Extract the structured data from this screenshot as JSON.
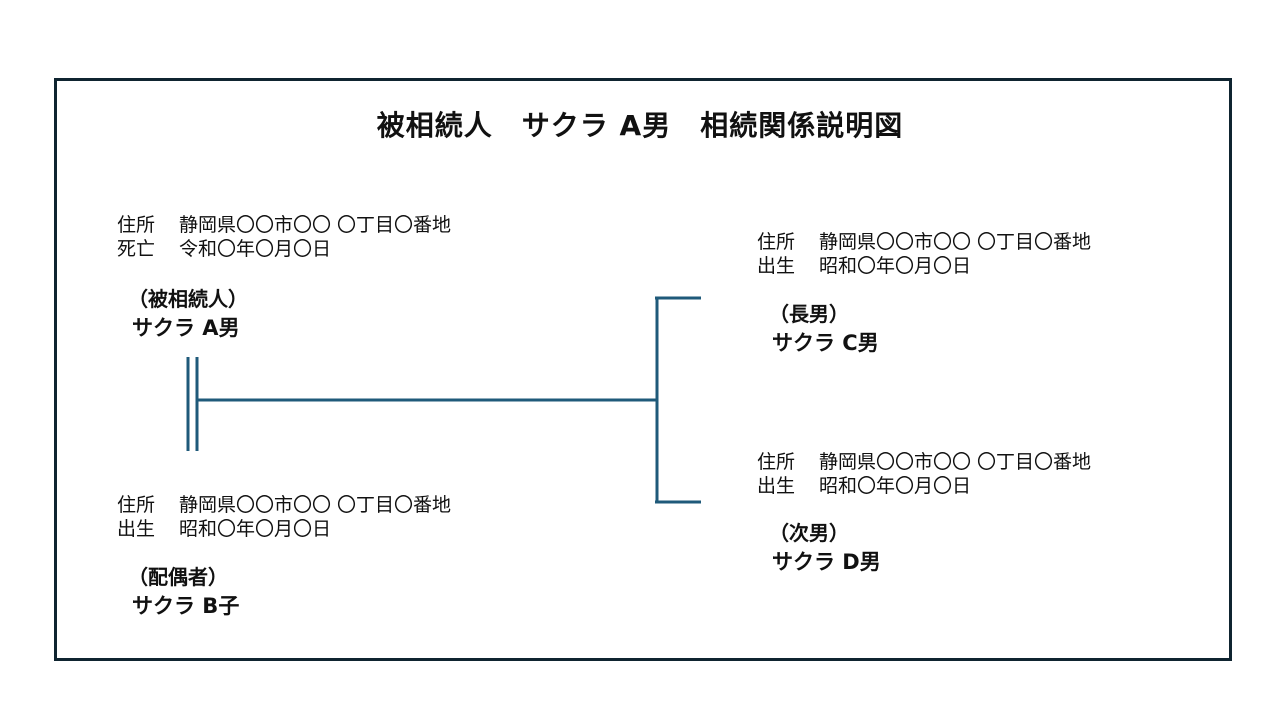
{
  "title": "被相続人　サクラ A男　相続関係説明図",
  "persons": {
    "deceased": {
      "lines": [
        {
          "key": "住所",
          "value": "静岡県〇〇市〇〇 〇丁目〇番地"
        },
        {
          "key": "死亡",
          "value": "令和〇年〇月〇日"
        }
      ],
      "role": "（被相続人）",
      "name": "サクラ A男"
    },
    "spouse": {
      "lines": [
        {
          "key": "住所",
          "value": "静岡県〇〇市〇〇 〇丁目〇番地"
        },
        {
          "key": "出生",
          "value": "昭和〇年〇月〇日"
        }
      ],
      "role": "（配偶者）",
      "name": "サクラ B子"
    },
    "eldest_son": {
      "lines": [
        {
          "key": "住所",
          "value": "静岡県〇〇市〇〇 〇丁目〇番地"
        },
        {
          "key": "出生",
          "value": "昭和〇年〇月〇日"
        }
      ],
      "role": "（長男）",
      "name": "サクラ C男"
    },
    "second_son": {
      "lines": [
        {
          "key": "住所",
          "value": "静岡県〇〇市〇〇 〇丁目〇番地"
        },
        {
          "key": "出生",
          "value": "昭和〇年〇月〇日"
        }
      ],
      "role": "（次男）",
      "name": "サクラ D男"
    }
  },
  "colors": {
    "line": "#1f5a7a",
    "frame": "#0f2430"
  }
}
